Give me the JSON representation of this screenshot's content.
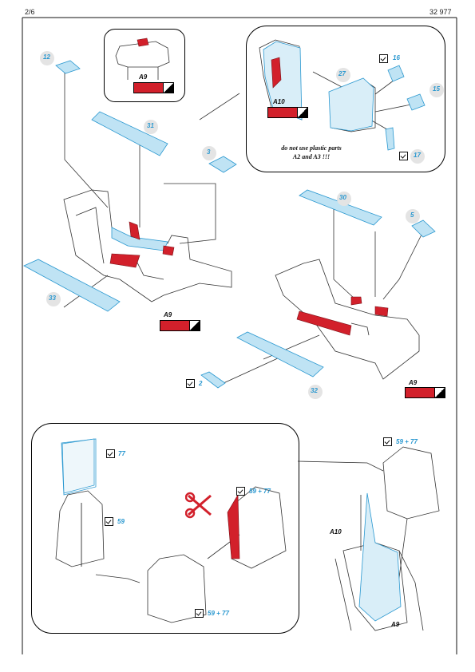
{
  "header": {
    "page": "2/6",
    "code": "32 977"
  },
  "colors": {
    "accent_blue": "#2a98d0",
    "paint_red": "#d2202b",
    "outline": "#222222"
  },
  "swatches": {
    "a9": "A9",
    "a10": "A10"
  },
  "parts": {
    "p12": "12",
    "p31": "31",
    "p3": "3",
    "p33": "33",
    "p27": "27",
    "p16": "16",
    "p15": "15",
    "p17": "17",
    "p30": "30",
    "p5": "5",
    "p32": "32",
    "p2": "2",
    "p77": "77",
    "p59": "59",
    "p59_77": "59 + 77"
  },
  "warning": {
    "line1": "do not use plastic parts",
    "line2": "A2 and A3 !!!"
  },
  "icons": [
    "scissors-icon",
    "fold-check-icon",
    "paint-swatch-icon"
  ]
}
